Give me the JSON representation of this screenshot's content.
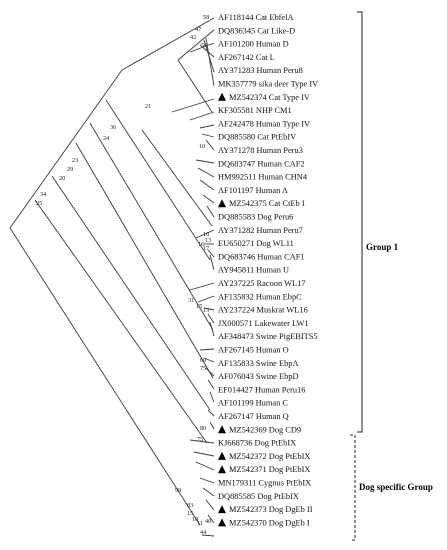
{
  "tree": {
    "leaves": [
      {
        "label": "AF118144 Cat EbfelA",
        "marker": false
      },
      {
        "label": "DQ836345 Cat Like-D",
        "marker": false
      },
      {
        "label": "AF101200 Human D",
        "marker": false
      },
      {
        "label": "AF267142 Cat L",
        "marker": false
      },
      {
        "label": "AY371283 Human Peru8",
        "marker": false
      },
      {
        "label": "MK357779 sika deer Type IV",
        "marker": false
      },
      {
        "label": "MZ542374 Cat Type IV",
        "marker": true
      },
      {
        "label": "KF305581 NHP CM1",
        "marker": false
      },
      {
        "label": "AF242478 Human Type IV",
        "marker": false
      },
      {
        "label": "DQ885580 Cat PtEbIV",
        "marker": false
      },
      {
        "label": "AY371278 Human Peru3",
        "marker": false
      },
      {
        "label": "DQ683747 Human CAF2",
        "marker": false
      },
      {
        "label": "HM992511 Human CHN4",
        "marker": false
      },
      {
        "label": "AF101197 Human A",
        "marker": false
      },
      {
        "label": "MZ542375 Cat CtEb I",
        "marker": true
      },
      {
        "label": "DQ885583 Dog Peru6",
        "marker": false
      },
      {
        "label": "AY371282 Human Peru7",
        "marker": false
      },
      {
        "label": "EU650271 Dog WL11",
        "marker": false
      },
      {
        "label": "DQ683746 Human CAF1",
        "marker": false
      },
      {
        "label": "AY945811 Human U",
        "marker": false
      },
      {
        "label": "AY237225 Racoon WL17",
        "marker": false
      },
      {
        "label": "AF135832 Human EbpC",
        "marker": false
      },
      {
        "label": "AY237224 Muskrat WL16",
        "marker": false
      },
      {
        "label": "JX000571 Lakewater LW1",
        "marker": false
      },
      {
        "label": "AF348473 Swine PigEBITS5",
        "marker": false
      },
      {
        "label": "AF267145 Human O",
        "marker": false
      },
      {
        "label": "AF135833 Swine EbpA",
        "marker": false
      },
      {
        "label": "AF076043 Swine EbpD",
        "marker": false
      },
      {
        "label": "EF014427 Human Peru16",
        "marker": false
      },
      {
        "label": "AF101199 Human C",
        "marker": false
      },
      {
        "label": "AF267147 Human Q",
        "marker": false
      },
      {
        "label": "MZ542369 Dog CD9",
        "marker": true
      },
      {
        "label": "KJ668736 Dog PtEbIX",
        "marker": false
      },
      {
        "label": "MZ542372 Dog PtEbIX",
        "marker": true
      },
      {
        "label": "MZ542371 Dog PtEbIX",
        "marker": true
      },
      {
        "label": "MN179311 Cygnus PtEbIX",
        "marker": false
      },
      {
        "label": "DQ885585 Dog PtEbIX",
        "marker": false
      },
      {
        "label": "MZ542373 Dog DgEb II",
        "marker": true
      },
      {
        "label": "MZ542370 Dog DgEb I",
        "marker": true
      }
    ],
    "support_values": [
      "58",
      "47",
      "42",
      "56",
      "21",
      "36",
      "24",
      "23",
      "29",
      "20",
      "34",
      "25",
      "10",
      "10",
      "13",
      "16",
      "17",
      "31",
      "15",
      "13",
      "60",
      "75",
      "80",
      "75",
      "99",
      "83",
      "15",
      "10",
      "11",
      "44",
      "40"
    ]
  },
  "groups": [
    {
      "label": "Group 1"
    },
    {
      "label": "Dog specific Group"
    }
  ]
}
